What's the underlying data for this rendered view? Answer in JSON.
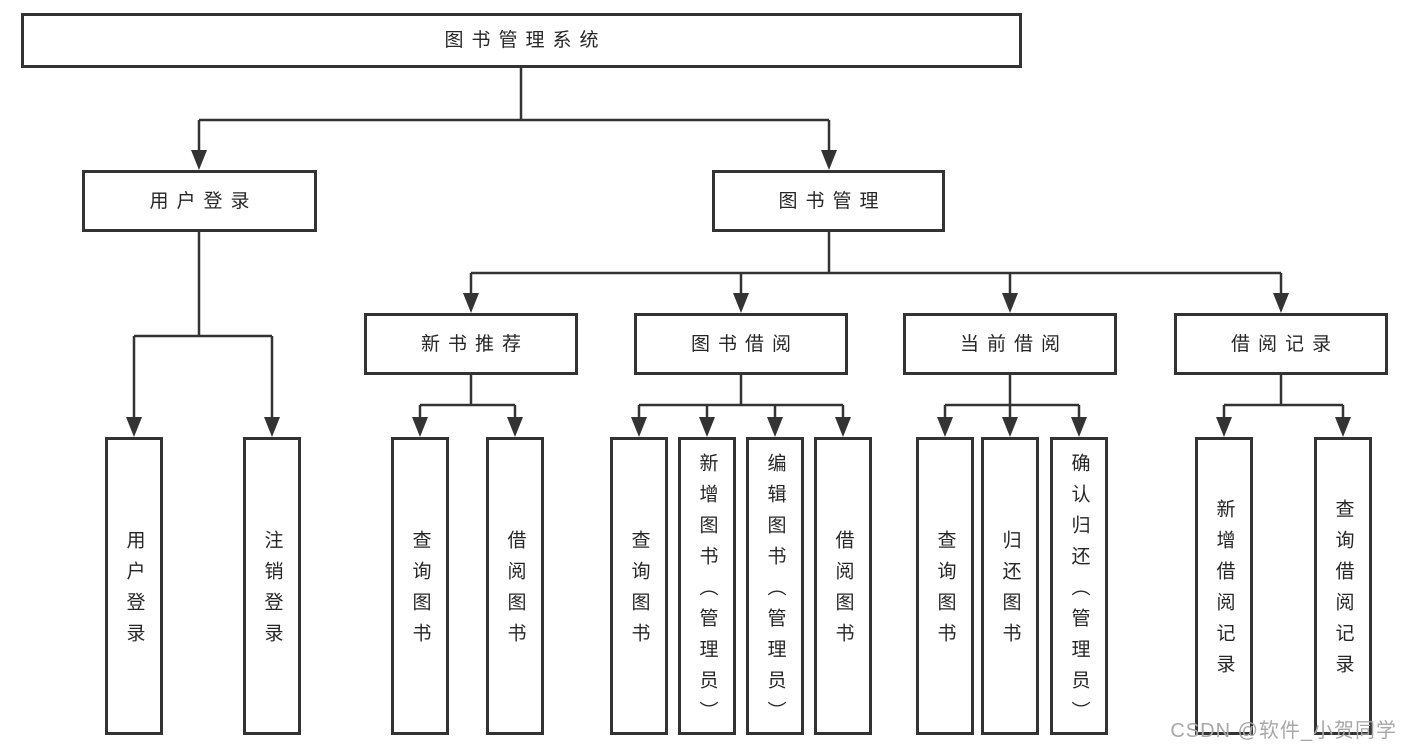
{
  "tree": {
    "root": {
      "label": "图书管理系统",
      "children": [
        {
          "label": "用户登录",
          "children": [
            {
              "label": "用户登录"
            },
            {
              "label": "注销登录"
            }
          ]
        },
        {
          "label": "图书管理",
          "children": [
            {
              "label": "新书推荐",
              "children": [
                {
                  "label": "查询图书"
                },
                {
                  "label": "借阅图书"
                }
              ]
            },
            {
              "label": "图书借阅",
              "children": [
                {
                  "label": "查询图书"
                },
                {
                  "label": "新增图书（管理员）"
                },
                {
                  "label": "编辑图书（管理员）"
                },
                {
                  "label": "借阅图书"
                }
              ]
            },
            {
              "label": "当前借阅",
              "children": [
                {
                  "label": "查询图书"
                },
                {
                  "label": "归还图书"
                },
                {
                  "label": "确认归还（管理员）"
                }
              ]
            },
            {
              "label": "借阅记录",
              "children": [
                {
                  "label": "新增借阅记录"
                },
                {
                  "label": "查询借阅记录"
                }
              ]
            }
          ]
        }
      ]
    }
  },
  "watermark": {
    "text": "CSDN @软件_小贺同学"
  },
  "colors": {
    "line": "#333333",
    "box_border": "#333333",
    "text": "#262626",
    "watermark": "#a8a8a8",
    "background": "#ffffff"
  }
}
